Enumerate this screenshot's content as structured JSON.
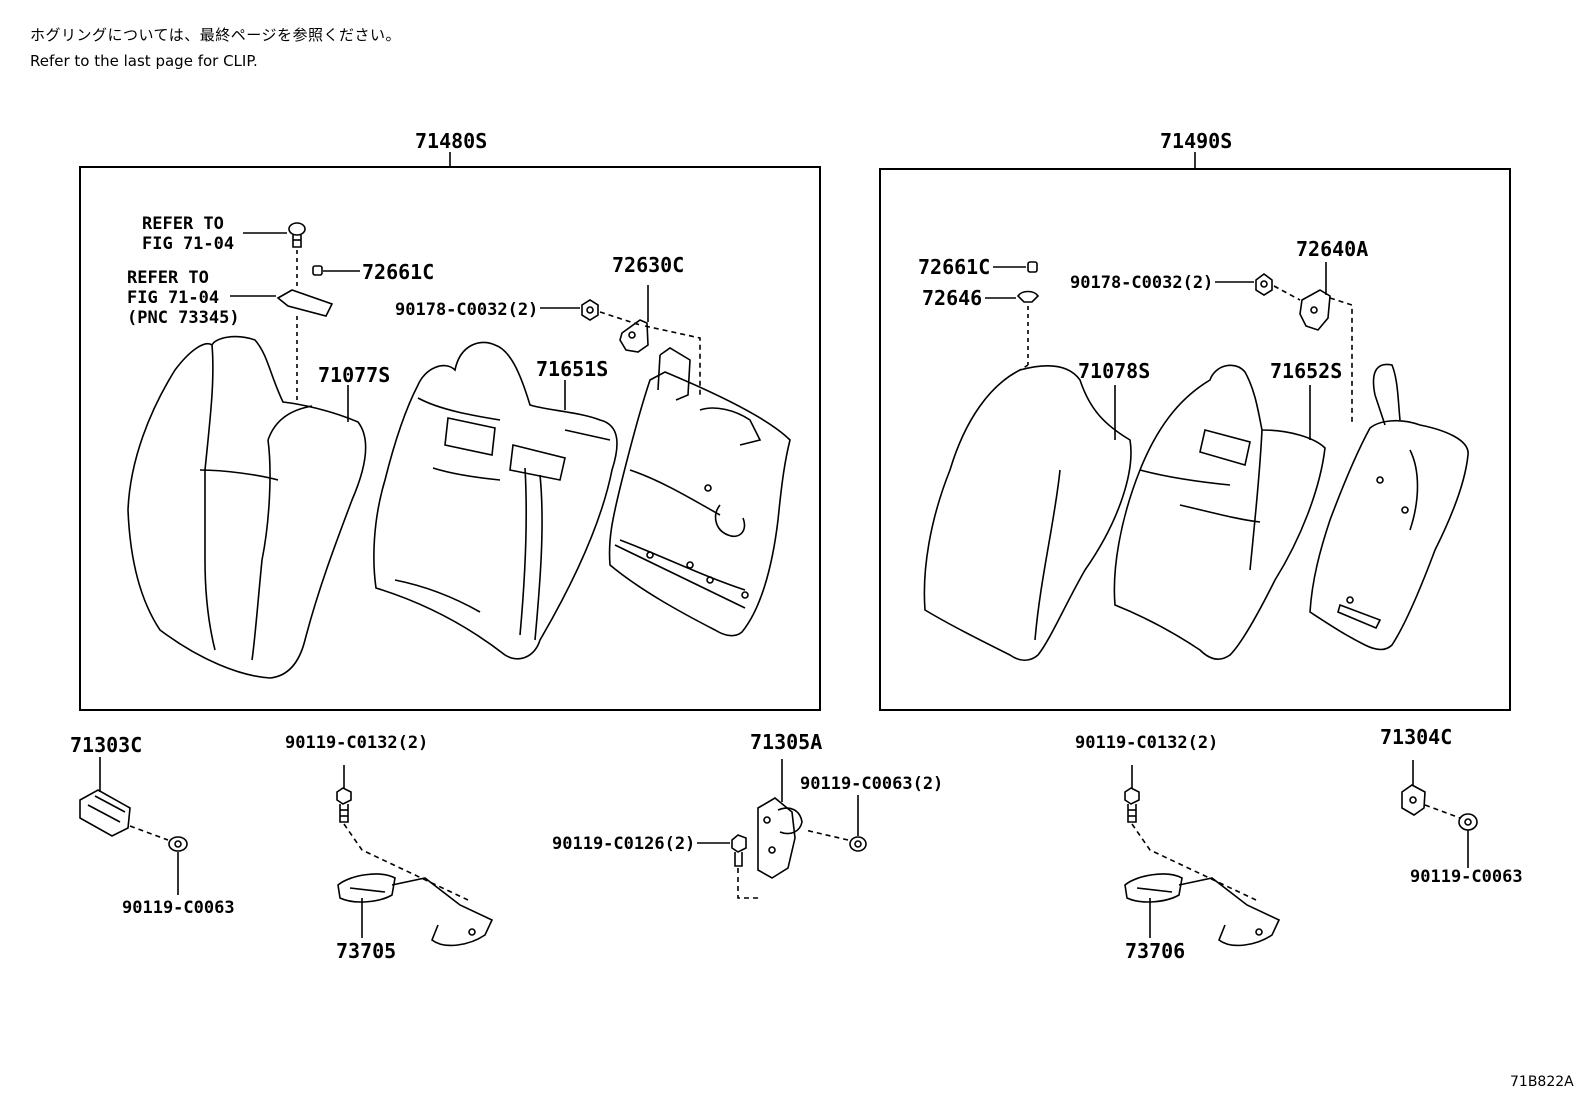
{
  "notes": {
    "japanese": "ホグリングについては、最終ページを参照ください。",
    "english": "Refer to the last page for CLIP."
  },
  "groups": {
    "left": "71480S",
    "right": "71490S"
  },
  "left_group": {
    "refer1_line1": "REFER TO",
    "refer1_line2": "FIG 71-04",
    "refer2_line1": "REFER TO",
    "refer2_line2": "FIG 71-04",
    "refer2_line3": "(PNC 73345)",
    "p72661C": "72661C",
    "p72630C": "72630C",
    "p90178": "90178-C0032(2)",
    "p71077S": "71077S",
    "p71651S": "71651S"
  },
  "right_group": {
    "p72661C": "72661C",
    "p72646": "72646",
    "p90178": "90178-C0032(2)",
    "p72640A": "72640A",
    "p71078S": "71078S",
    "p71652S": "71652S"
  },
  "bottom": {
    "p71303C": "71303C",
    "p90119_C0063_left": "90119-C0063",
    "p90119_C0132_left": "90119-C0132(2)",
    "p73705": "73705",
    "p71305A": "71305A",
    "p90119_C0063_2": "90119-C0063(2)",
    "p90119_C0126_2": "90119-C0126(2)",
    "p90119_C0132_right": "90119-C0132(2)",
    "p73706": "73706",
    "p71304C": "71304C",
    "p90119_C0063_right": "90119-C0063"
  },
  "figure_code": "71B822A"
}
